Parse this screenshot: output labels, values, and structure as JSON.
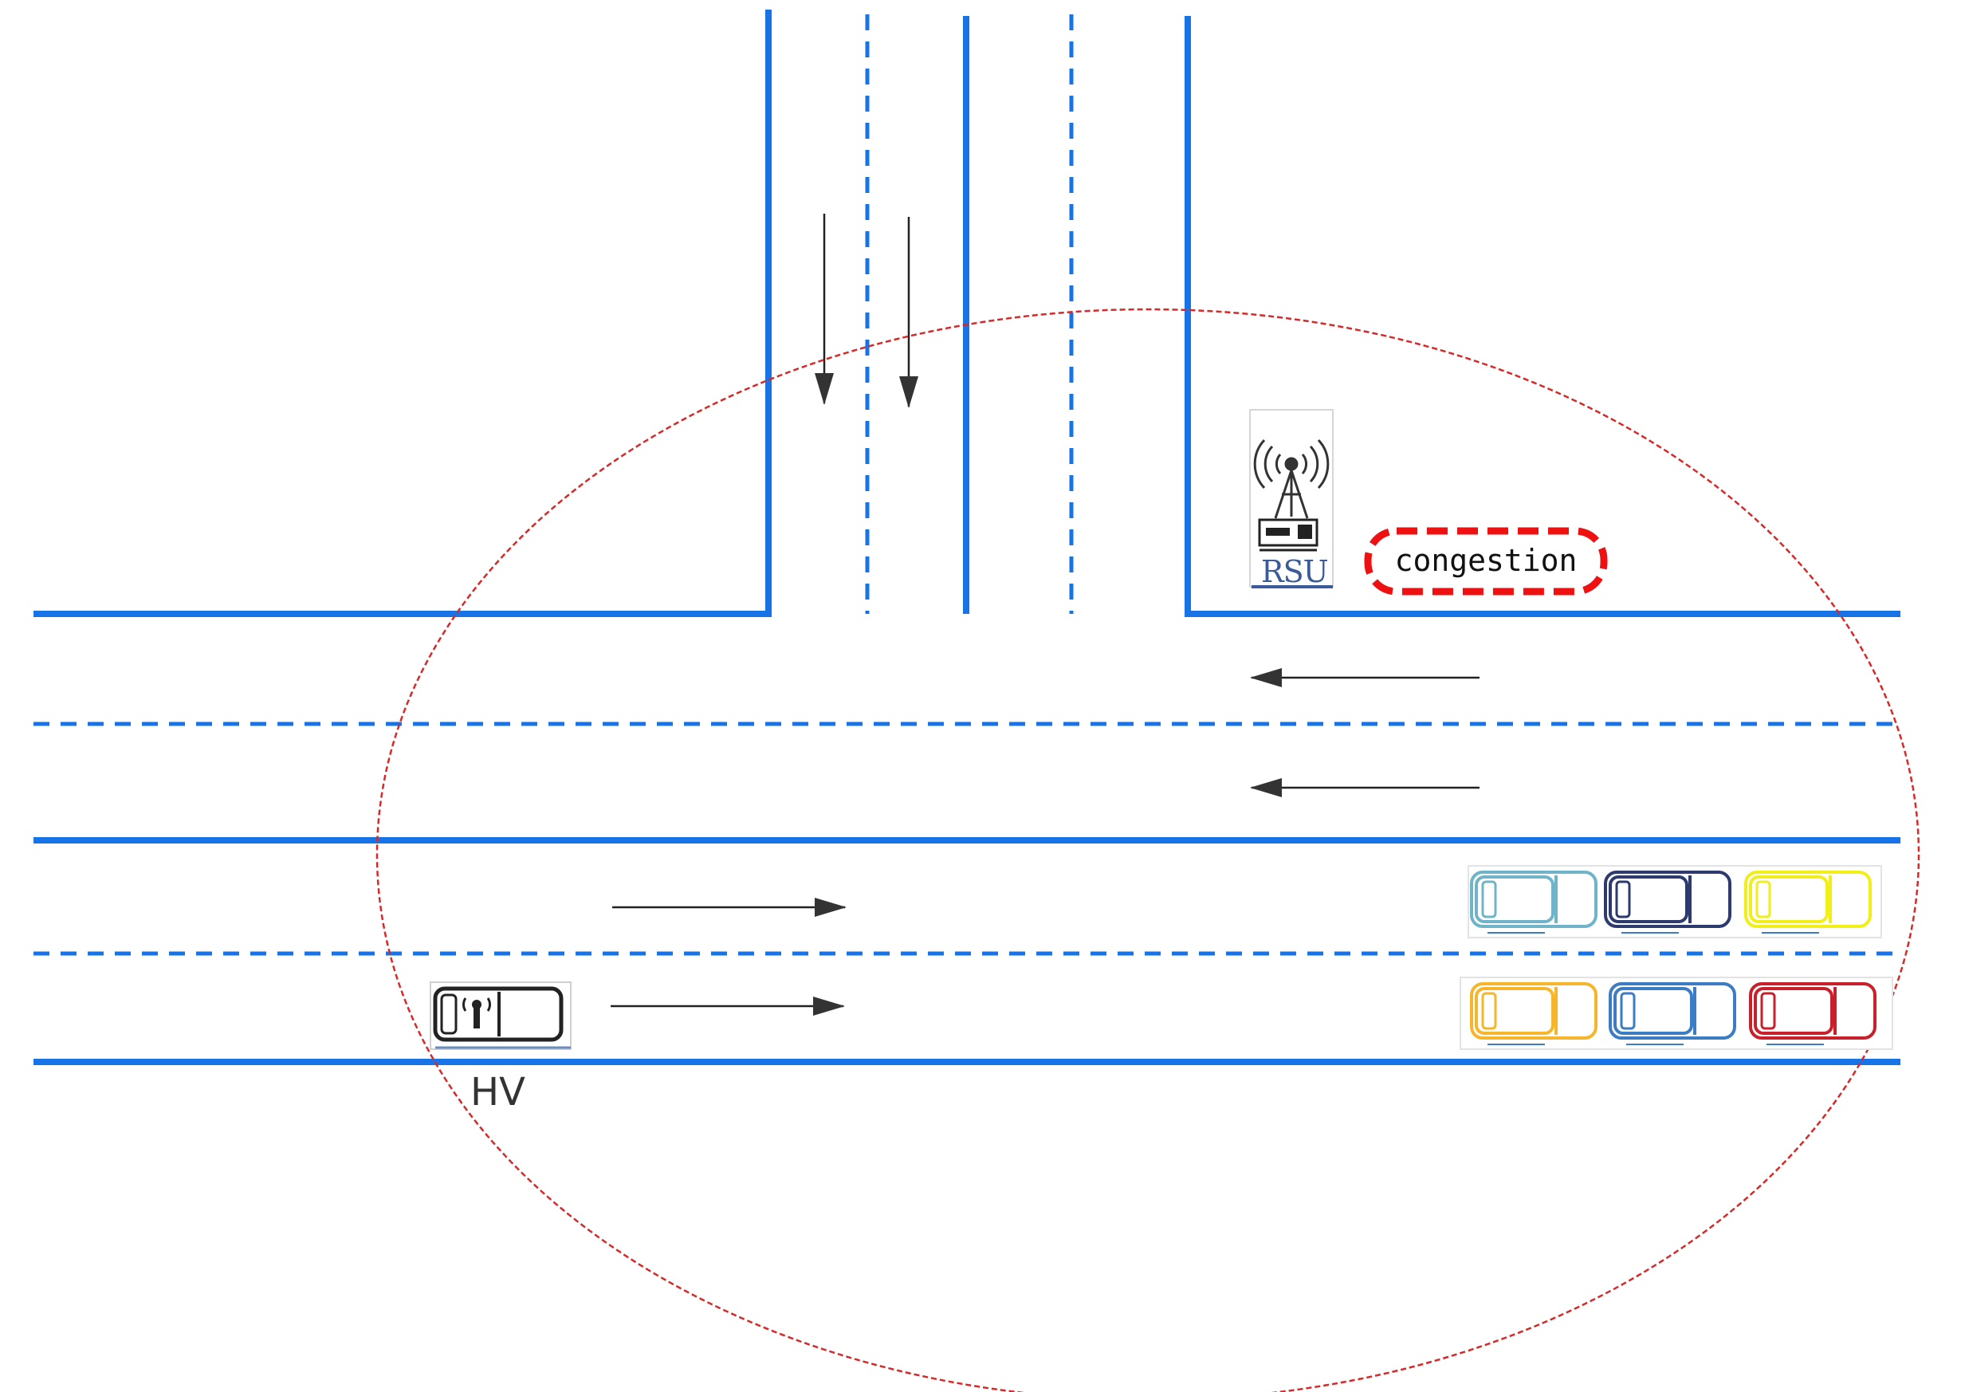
{
  "diagram": {
    "host_vehicle_label": "HV",
    "rsu_label": "RSU",
    "congestion_label": "congestion",
    "colors": {
      "road": "#1874e6",
      "range_ellipse": "#d42a2a",
      "congestion_border": "#ee1111",
      "arrow": "#222222"
    },
    "vehicles": [
      {
        "name": "host-vehicle",
        "color": "#222222",
        "lane": "lower-eastbound"
      },
      {
        "name": "queued-car-light-blue",
        "color": "#6fb4c8",
        "lane": "upper-eastbound"
      },
      {
        "name": "queued-car-navy",
        "color": "#2d3a6e",
        "lane": "upper-eastbound"
      },
      {
        "name": "queued-car-yellow",
        "color": "#f2ee1a",
        "lane": "upper-eastbound"
      },
      {
        "name": "queued-car-orange",
        "color": "#f7b52b",
        "lane": "lower-eastbound"
      },
      {
        "name": "queued-car-blue",
        "color": "#3b7cc4",
        "lane": "lower-eastbound"
      },
      {
        "name": "queued-car-red",
        "color": "#c9212b",
        "lane": "lower-eastbound"
      }
    ]
  }
}
